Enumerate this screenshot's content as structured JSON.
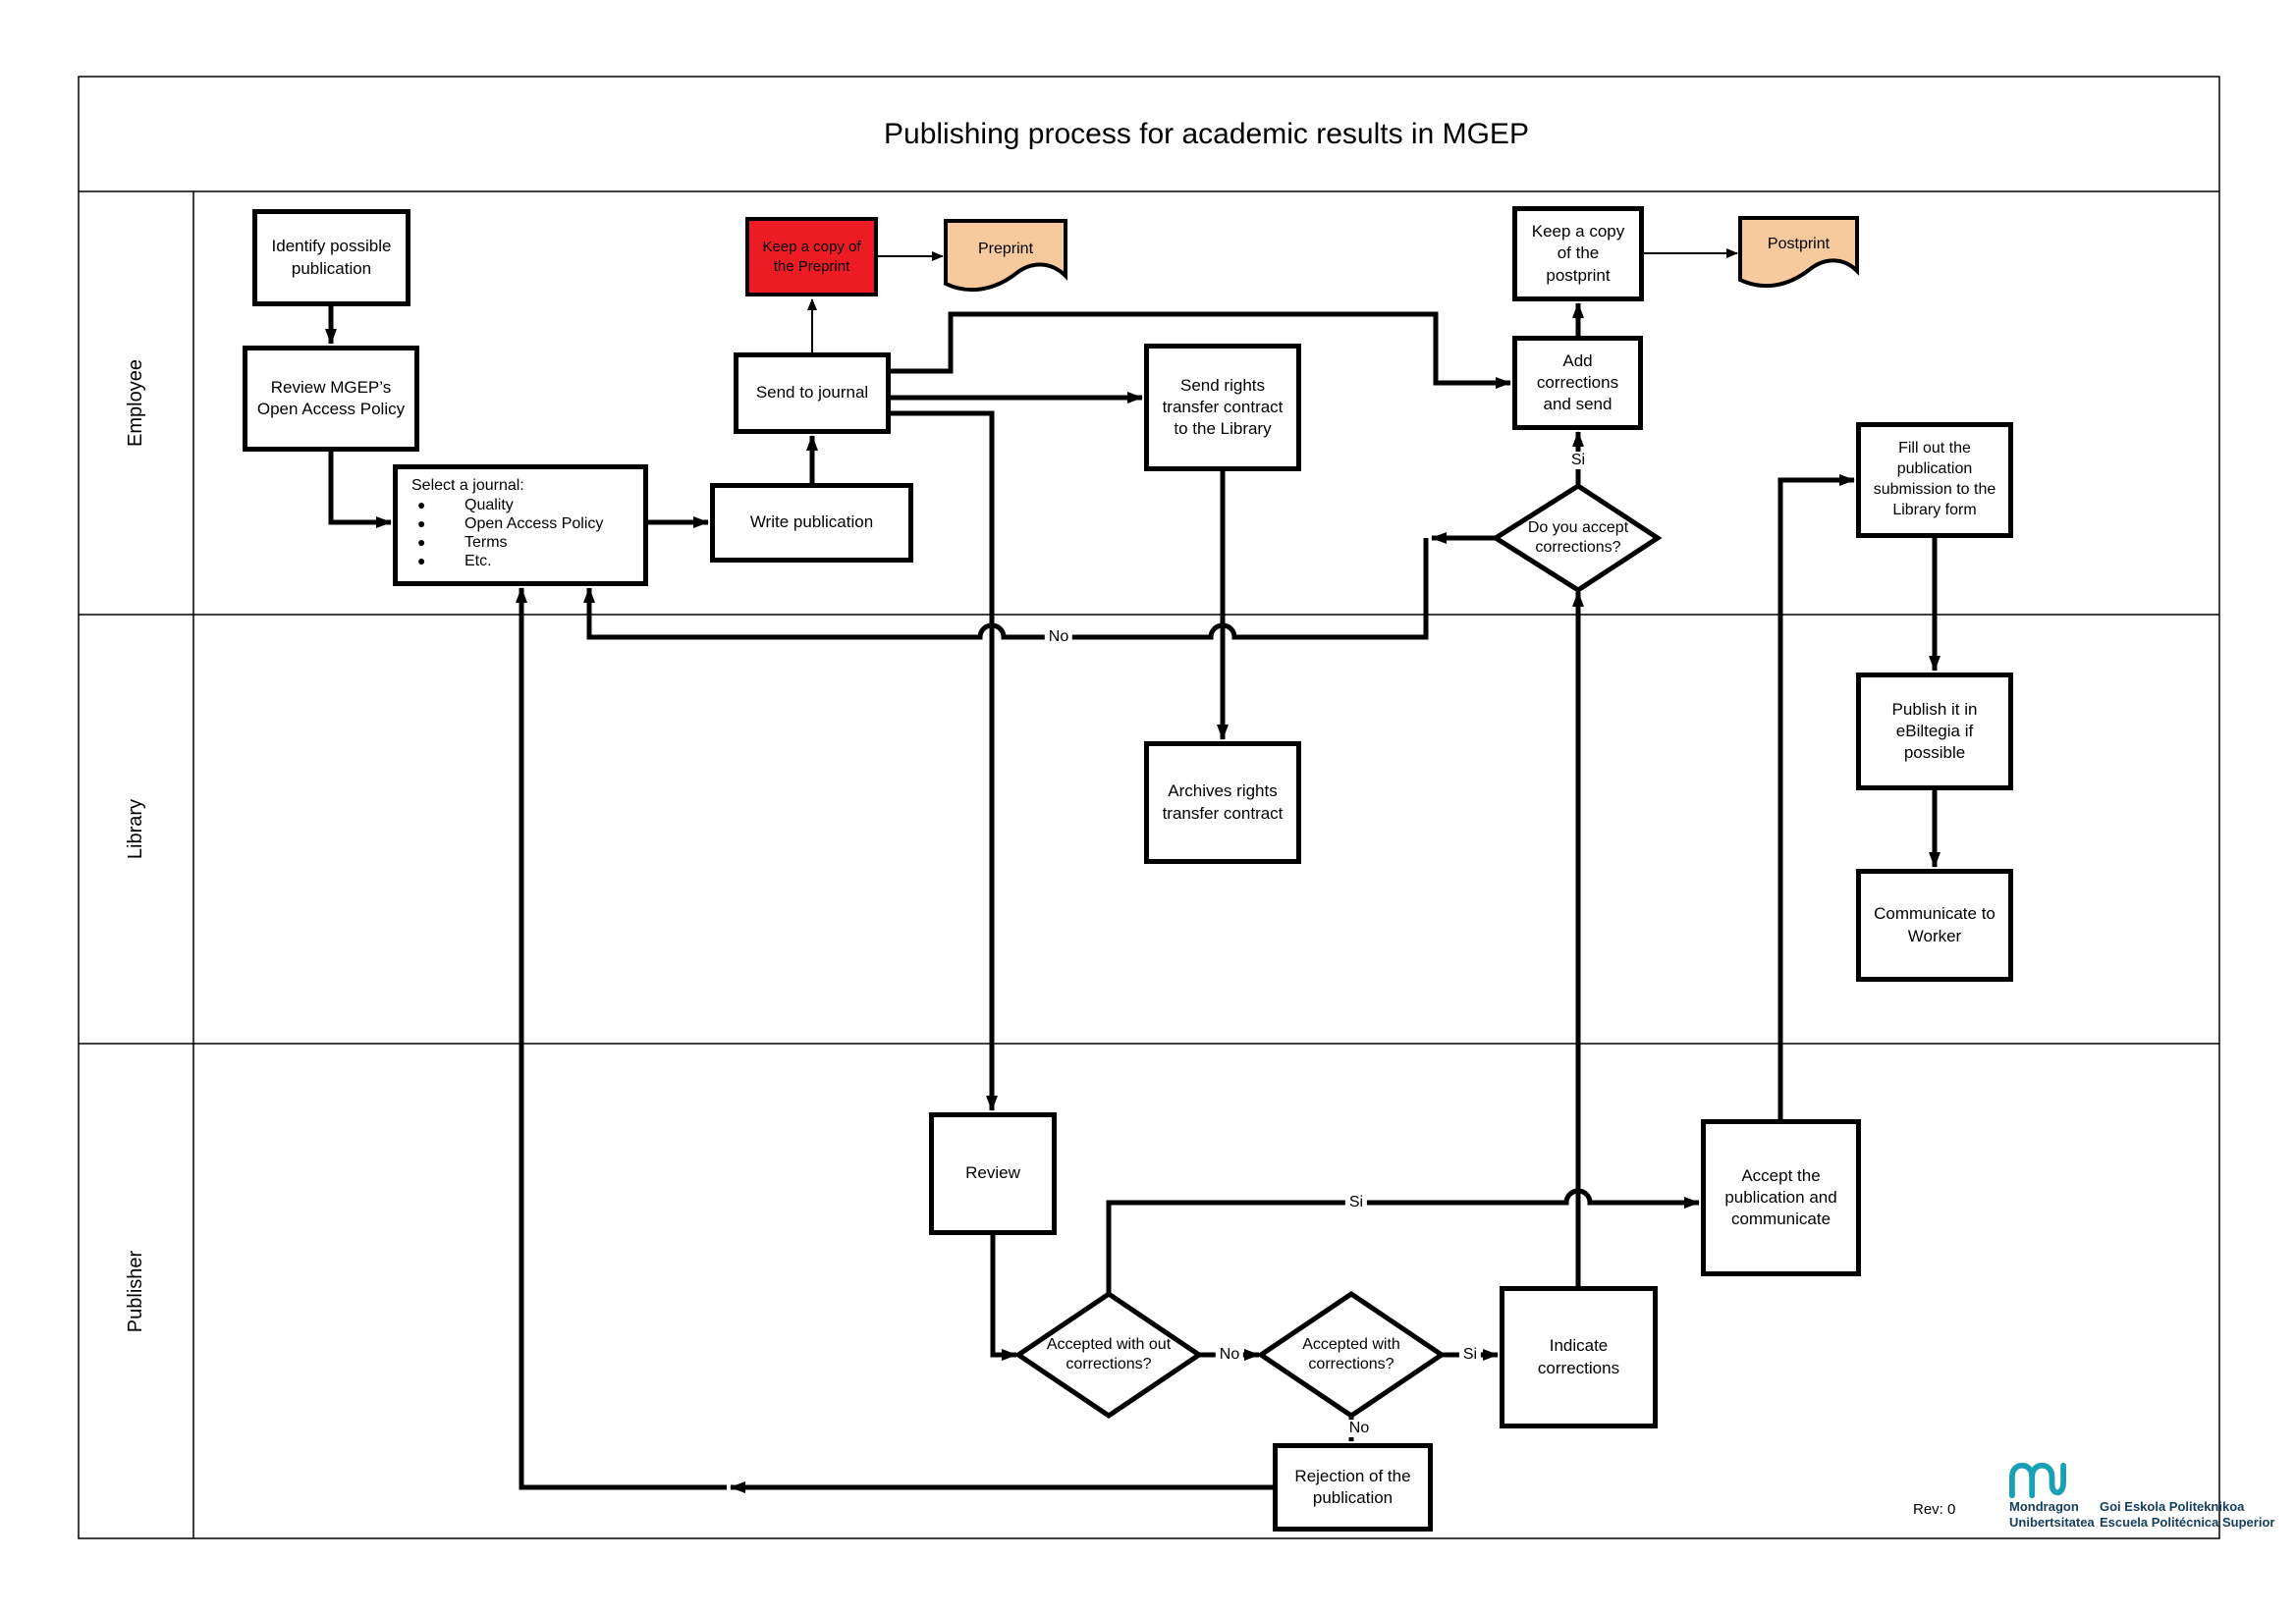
{
  "title": "Publishing process for academic results in MGEP",
  "lanes": {
    "employee": "Employee",
    "library": "Library",
    "publisher": "Publisher"
  },
  "nodes": {
    "identify": {
      "label": "Identify possible publication"
    },
    "review_policy": {
      "label": "Review MGEP’s Open Access Policy"
    },
    "select_journal": {
      "heading": "Select a journal:",
      "items": [
        "Quality",
        "Open Access Policy",
        "Terms",
        "Etc."
      ]
    },
    "write_publication": {
      "label": "Write publication"
    },
    "send_to_journal": {
      "label": "Send to journal"
    },
    "keep_preprint": {
      "label": "Keep a copy of the Preprint",
      "fill": "#ED1C24"
    },
    "preprint_doc": {
      "label": "Preprint",
      "fill": "#F6CA9D"
    },
    "send_rights": {
      "label": "Send rights transfer contract to the Library"
    },
    "add_corrections": {
      "label": "Add corrections and send"
    },
    "keep_postprint": {
      "label": "Keep a copy of the postprint"
    },
    "postprint_doc": {
      "label": "Postprint",
      "fill": "#F6CA9D"
    },
    "accept_corrections_q": {
      "label": "Do you accept corrections?"
    },
    "fill_form": {
      "label": "Fill out the publication submission to the Library form"
    },
    "archives_rights": {
      "label": "Archives rights transfer contract"
    },
    "publish_ebiltegia": {
      "label": "Publish it in eBiltegia if possible"
    },
    "communicate_worker": {
      "label": "Communicate to Worker"
    },
    "review": {
      "label": "Review"
    },
    "accepted_without_q": {
      "label": "Accepted with out corrections?"
    },
    "accepted_with_q": {
      "label": "Accepted with corrections?"
    },
    "indicate_corrections": {
      "label": "Indicate corrections"
    },
    "accept_publication": {
      "label": "Accept the publication and communicate"
    },
    "rejection": {
      "label": "Rejection of the publication"
    }
  },
  "edge_labels": {
    "si_do_you_accept": "Si",
    "no_do_you_accept": "No",
    "no_accepted_without": "No",
    "si_accepted_without": "Si",
    "si_accepted_with": "Si",
    "no_accepted_with": "No"
  },
  "footer": {
    "rev": "Rev: 0",
    "org_line1": "Mondragon",
    "org_line2": "Unibertsitatea",
    "school_line1": "Goi Eskola Politeknikoa",
    "school_line2": "Escuela Politécnica Superior",
    "logo_color": "#18A0B4",
    "text_color": "#14405E"
  },
  "colors": {
    "line": "#000000",
    "node_fill": "#FFFFFF",
    "alert_red": "#ED1C24",
    "document_peach": "#F6CA9D"
  }
}
